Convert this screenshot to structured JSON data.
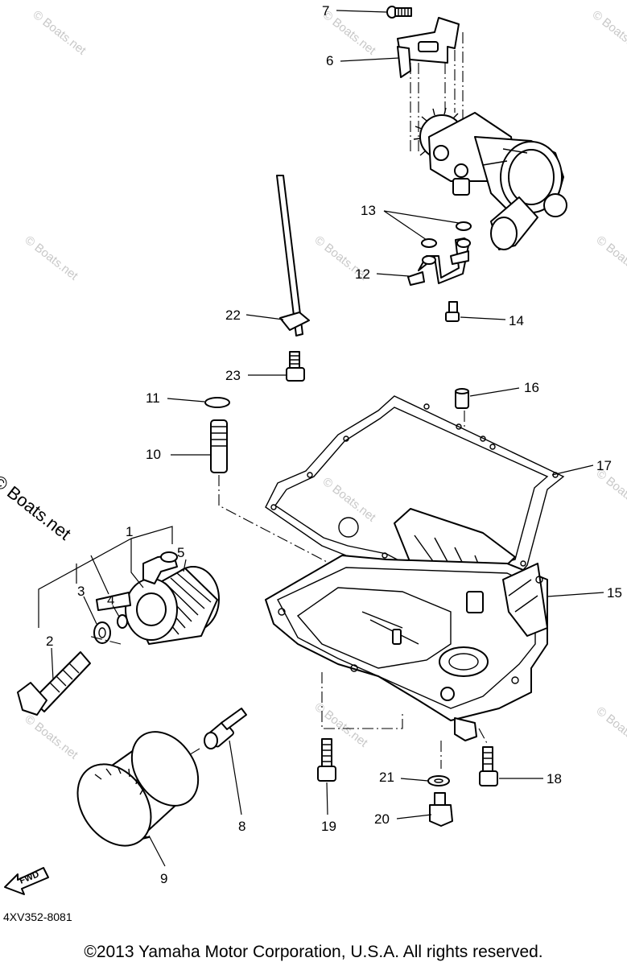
{
  "diagram": {
    "parts": [
      {
        "no": "1"
      },
      {
        "no": "2"
      },
      {
        "no": "3"
      },
      {
        "no": "4"
      },
      {
        "no": "5"
      },
      {
        "no": "6"
      },
      {
        "no": "7"
      },
      {
        "no": "8"
      },
      {
        "no": "9"
      },
      {
        "no": "10"
      },
      {
        "no": "11"
      },
      {
        "no": "12"
      },
      {
        "no": "13"
      },
      {
        "no": "14"
      },
      {
        "no": "15"
      },
      {
        "no": "16"
      },
      {
        "no": "17"
      },
      {
        "no": "18"
      },
      {
        "no": "19"
      },
      {
        "no": "20"
      },
      {
        "no": "21"
      },
      {
        "no": "22"
      },
      {
        "no": "23"
      }
    ],
    "fwd_label": "FWD",
    "diagram_code": "4XV352-8081",
    "copyright": "©2013 Yamaha Motor Corporation, U.S.A. All rights reserved.",
    "watermark": "© Boats.net"
  }
}
